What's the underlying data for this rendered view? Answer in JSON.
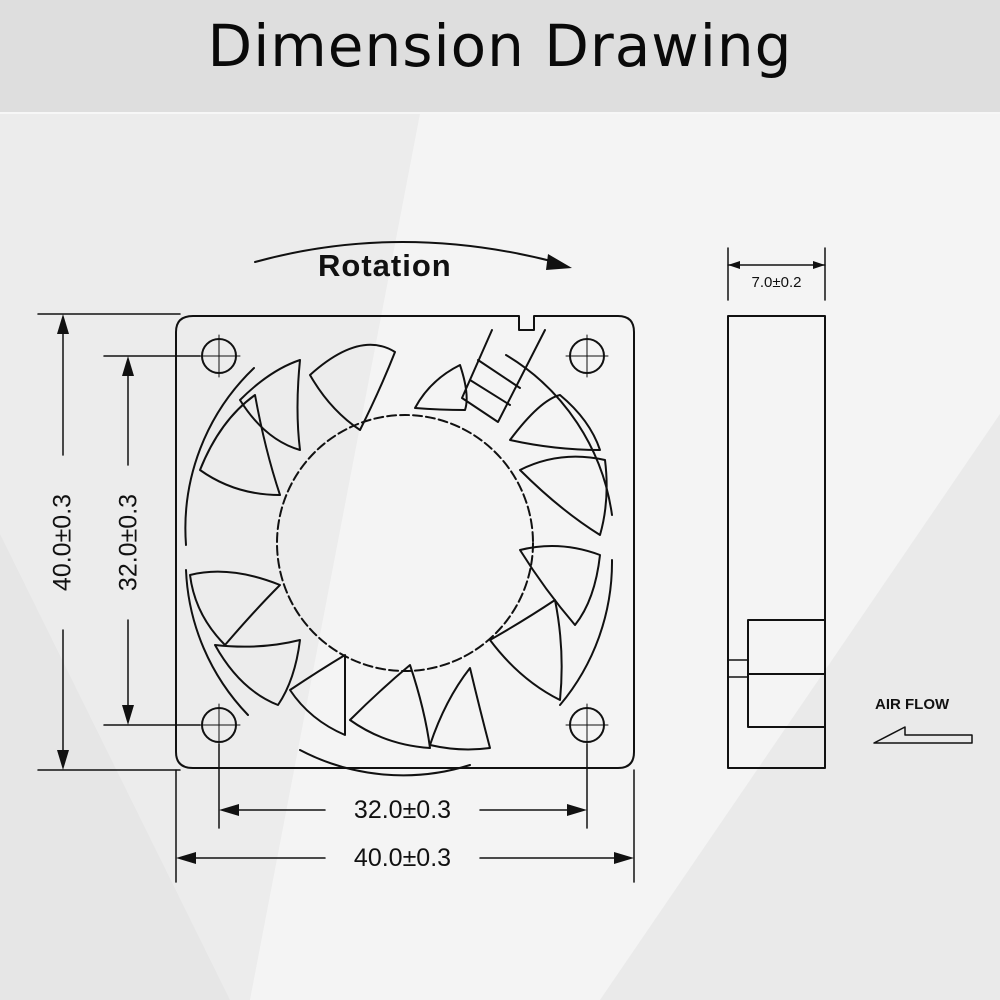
{
  "header": {
    "title": "Dimension Drawing"
  },
  "front_view": {
    "rotation_label": "Rotation",
    "height_outer": "40.0±0.3",
    "height_holes": "32.0±0.3",
    "width_holes": "32.0±0.3",
    "width_outer": "40.0±0.3"
  },
  "side_view": {
    "thickness": "7.0±0.2",
    "airflow_label": "AIR FLOW"
  },
  "colors": {
    "line": "#111111",
    "background": "#f1f1f1",
    "banner": "#dedede"
  }
}
